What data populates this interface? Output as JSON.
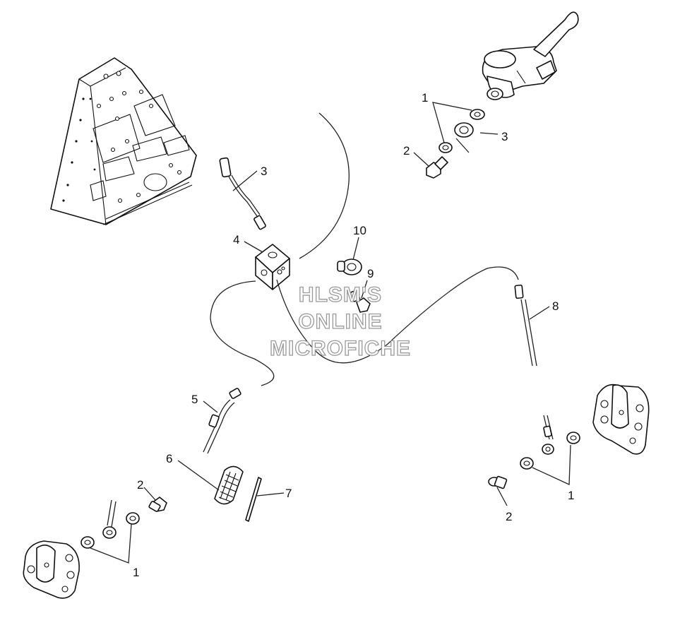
{
  "watermark": {
    "line1": "HLSM'S",
    "line2": "ONLINE",
    "line3": "MICROFICHE"
  },
  "callouts": {
    "master_cyl_washer": "1",
    "master_cyl_bolt": "2",
    "master_cyl_washer_b": "3",
    "upper_brake_line": "3",
    "junction_block": "4",
    "left_brake_line": "5",
    "protective_sleeve": "6",
    "clip_rod": "7",
    "right_brake_line": "8",
    "fitting": "9",
    "cap": "10",
    "right_washers": "1",
    "right_bolt": "2",
    "left_bolt": "2",
    "left_washers": "1"
  }
}
